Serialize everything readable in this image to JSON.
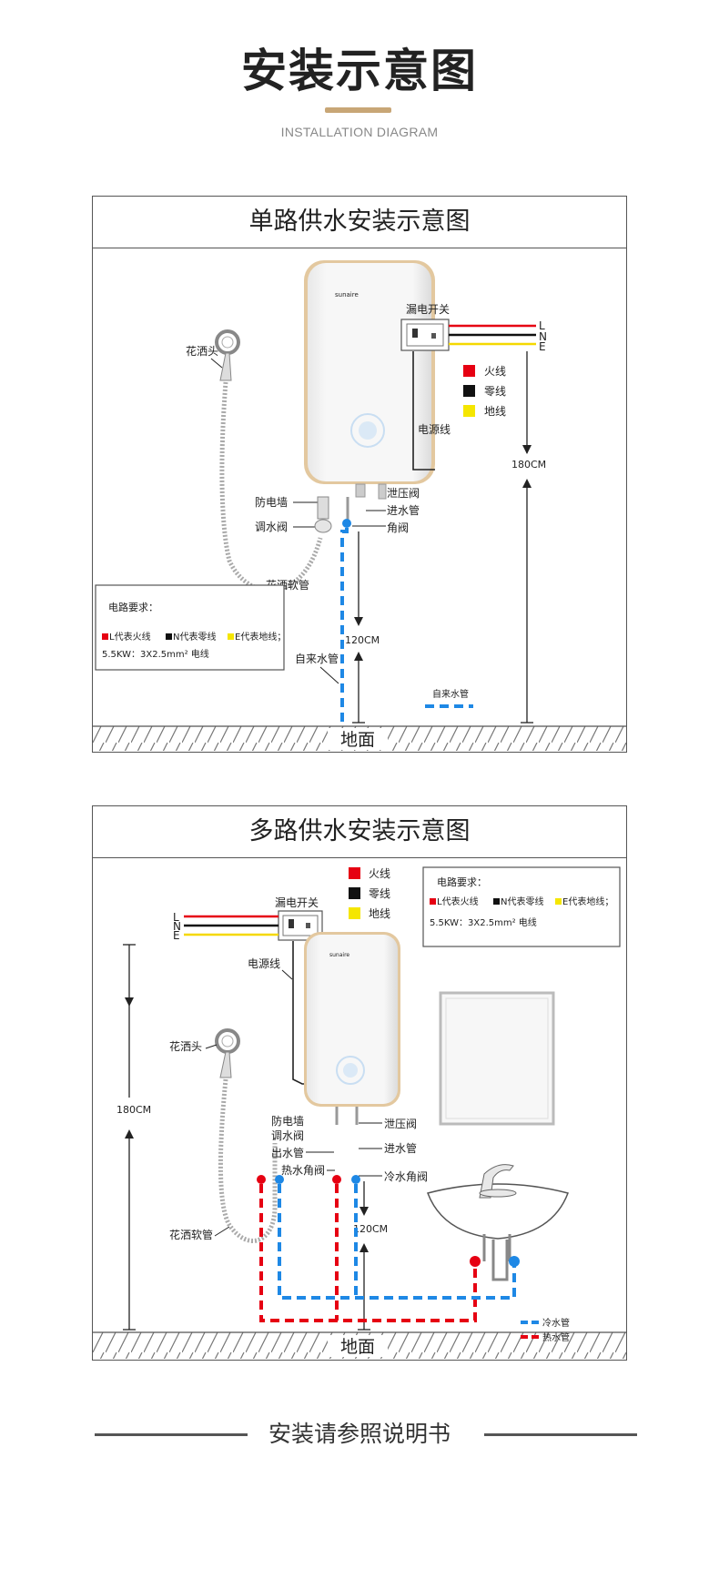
{
  "header": {
    "title": "安装示意图",
    "subtitle": "INSTALLATION DIAGRAM"
  },
  "colors": {
    "accent_gold": "#c8a676",
    "live_red": "#e60012",
    "neutral_black": "#000000",
    "earth_yellow": "#f5e600",
    "cold_blue": "#1e88e5",
    "hot_red": "#e60012"
  },
  "panel_single": {
    "title": "单路供水安装示意图",
    "brand": "sunaire",
    "switch_label": "漏电开关",
    "wire_L": "L",
    "wire_N": "N",
    "wire_E": "E",
    "legend_live": "火线",
    "legend_neutral": "零线",
    "legend_earth": "地线",
    "label_shower_head": "花洒头",
    "label_power_cord": "电源线",
    "label_relief_valve": "泄压阀",
    "label_inlet_pipe": "进水管",
    "label_angle_valve": "角阀",
    "label_anti_shock": "防电墙",
    "label_mix_valve": "调水阀",
    "label_hose": "花洒软管",
    "label_tap_pipe": "自来水管",
    "legend_tap_pipe": "自来水管",
    "height_180": "180CM",
    "height_120": "120CM",
    "ground": "地面",
    "req_title": "电路要求：",
    "req_line1_L": "L代表火线",
    "req_line1_N": "N代表零线",
    "req_line1_E": "E代表地线；",
    "req_line2": "5.5KW：3X2.5mm² 电线"
  },
  "panel_multi": {
    "title": "多路供水安装示意图",
    "brand": "sunaire",
    "switch_label": "漏电开关",
    "wire_L": "L",
    "wire_N": "N",
    "wire_E": "E",
    "legend_live": "火线",
    "legend_neutral": "零线",
    "legend_earth": "地线",
    "req_title": "电路要求：",
    "req_line1_L": "L代表火线",
    "req_line1_N": "N代表零线",
    "req_line1_E": "E代表地线；",
    "req_line2": "5.5KW：3X2.5mm² 电线",
    "label_power_cord": "电源线",
    "label_shower_head": "花洒头",
    "label_anti_shock": "防电墙",
    "label_mix_valve": "调水阀",
    "label_outlet": "出水管",
    "label_hot_angle": "热水角阀",
    "label_relief_valve": "泄压阀",
    "label_inlet_pipe": "进水管",
    "label_cold_angle": "冷水角阀",
    "label_hose": "花洒软管",
    "height_180": "180CM",
    "height_120": "120CM",
    "legend_cold": "冷水管",
    "legend_hot": "热水管",
    "ground": "地面"
  },
  "footer": {
    "note": "安装请参照说明书"
  }
}
